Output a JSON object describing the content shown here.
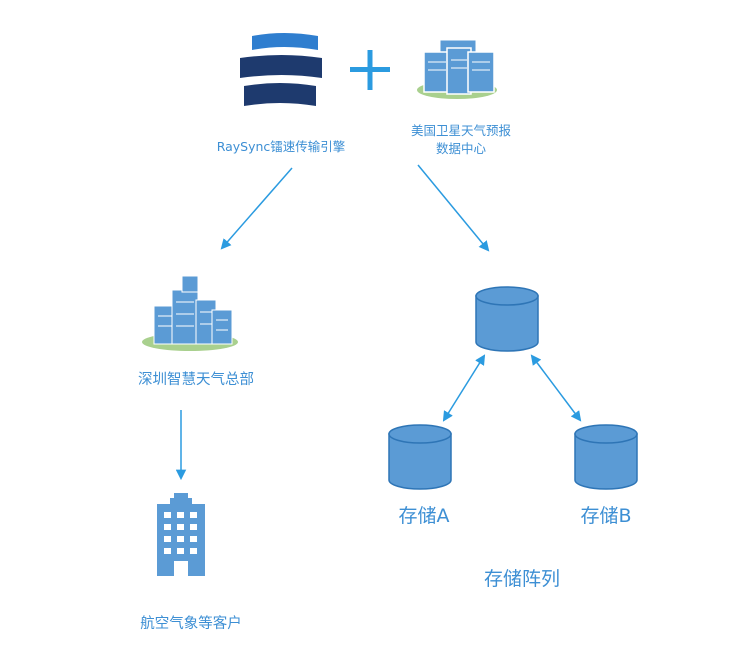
{
  "colors": {
    "text": "#3d8fd4",
    "icon_blue": "#5b9bd5",
    "icon_dark": "#2e75b6",
    "logo_dark": "#1e3a6e",
    "logo_light": "#2f7ecf",
    "arrow": "#2b9be0",
    "grass": "#a9d08e"
  },
  "nodes": {
    "raysync": {
      "label": "RaySync镭速传输引擎",
      "icon": "raysync-logo"
    },
    "plus": {
      "icon": "plus-icon"
    },
    "noaa": {
      "label_line1": "美国卫星天气预报",
      "label_line2": "数据中心",
      "icon": "server-cluster-icon"
    },
    "shenzhen": {
      "label": "深圳智慧天气总部",
      "icon": "city-buildings-icon"
    },
    "aviation": {
      "label": "航空气象等客户",
      "icon": "office-building-icon"
    },
    "storage_main": {
      "icon": "database-icon"
    },
    "storage_a": {
      "label": "存储A",
      "icon": "database-icon"
    },
    "storage_b": {
      "label": "存储B",
      "icon": "database-icon"
    },
    "storage_array": {
      "label": "存储阵列"
    }
  }
}
